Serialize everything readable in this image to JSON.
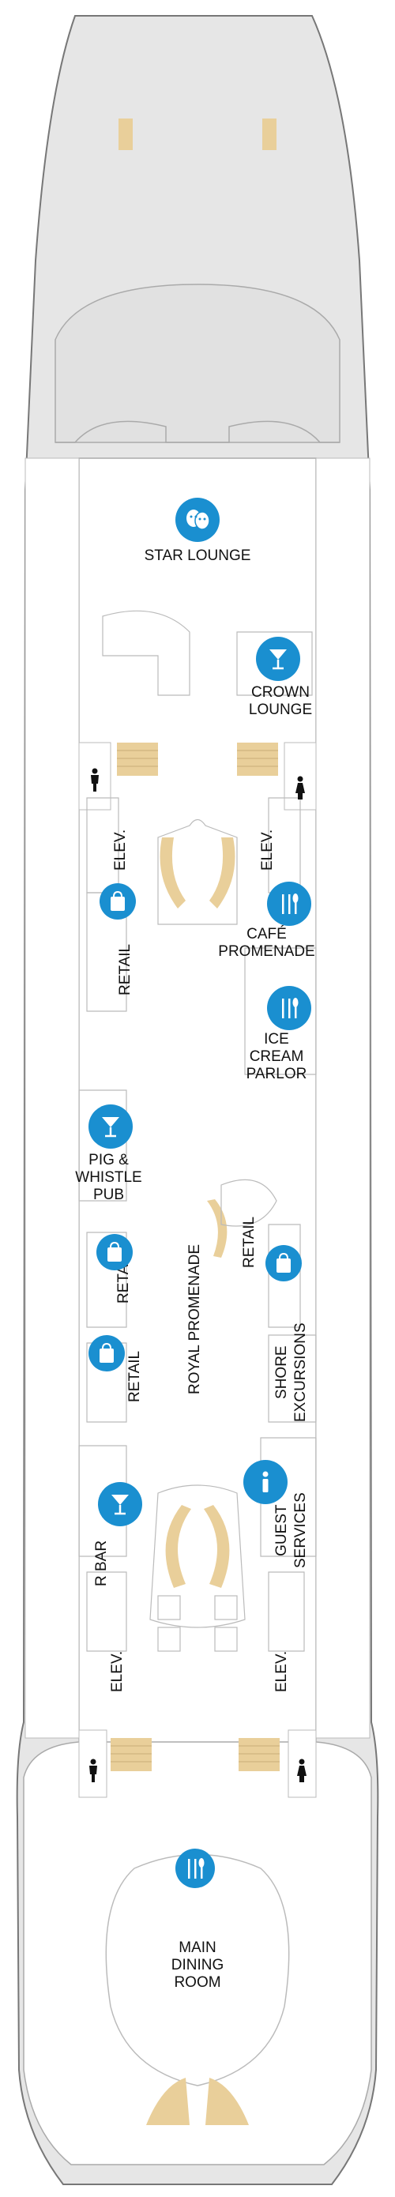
{
  "colors": {
    "hull_fill": "#e6e6e6",
    "hull_stroke": "#777777",
    "deck_fill": "#ffffff",
    "wall_stroke": "#b5b5b5",
    "stair_fill": "#e9cf9a",
    "pin_blue": "#1a8fd0",
    "text": "#111111"
  },
  "venues": {
    "star_lounge": "STAR LOUNGE",
    "crown_lounge": "CROWN\nLOUNGE",
    "cafe_promenade": "CAFÉ\nPROMENADE",
    "ice_cream_parlor": "ICE\nCREAM\nPARLOR",
    "pig_whistle_pub": "PIG &\nWHISTLE\nPUB",
    "royal_promenade": "ROYAL PROMENADE",
    "shore_excursions": "SHORE\nEXCURSIONS",
    "guest_services": "GUEST\nSERVICES",
    "r_bar": "R BAR",
    "main_dining_room": "MAIN\nDINING\nROOM",
    "retail": "RETAIL",
    "elev": "ELEV."
  },
  "icons": {
    "theater": "theater-masks-icon",
    "cocktail": "cocktail-glass-icon",
    "dining": "fork-knife-spoon-icon",
    "shopping": "shopping-bag-icon",
    "info": "information-icon",
    "restroom": "restroom-person-icon"
  }
}
